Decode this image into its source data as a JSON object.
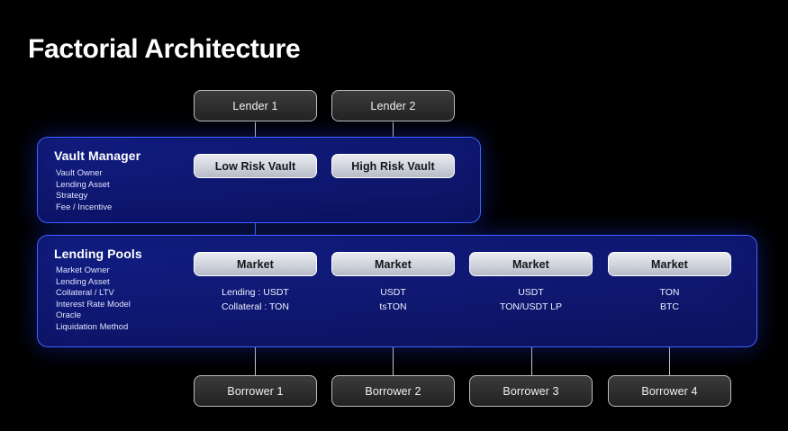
{
  "page": {
    "title": "Factorial Architecture",
    "background_color": "#000000",
    "accent_color": "#3f62ff",
    "panel_color": "#101a78"
  },
  "lenders": [
    {
      "label": "Lender 1"
    },
    {
      "label": "Lender 2"
    }
  ],
  "vault_manager": {
    "heading": "Vault Manager",
    "attributes": [
      "Vault Owner",
      "Lending Asset",
      "Strategy",
      "Fee / Incentive"
    ],
    "vaults": [
      {
        "label": "Low Risk Vault"
      },
      {
        "label": "High Risk Vault"
      }
    ]
  },
  "lending_pools": {
    "heading": "Lending Pools",
    "attributes": [
      "Market Owner",
      "Lending Asset",
      "Collateral / LTV",
      "Interest Rate Model",
      "Oracle",
      "Liquidation Method"
    ],
    "markets": [
      {
        "label": "Market",
        "lending": "Lending : USDT",
        "collateral": "Collateral : TON"
      },
      {
        "label": "Market",
        "lending": "USDT",
        "collateral": "tsTON"
      },
      {
        "label": "Market",
        "lending": "USDT",
        "collateral": "TON/USDT LP"
      },
      {
        "label": "Market",
        "lending": "TON",
        "collateral": "BTC"
      }
    ]
  },
  "borrowers": [
    {
      "label": "Borrower 1"
    },
    {
      "label": "Borrower 2"
    },
    {
      "label": "Borrower 3"
    },
    {
      "label": "Borrower 4"
    }
  ]
}
